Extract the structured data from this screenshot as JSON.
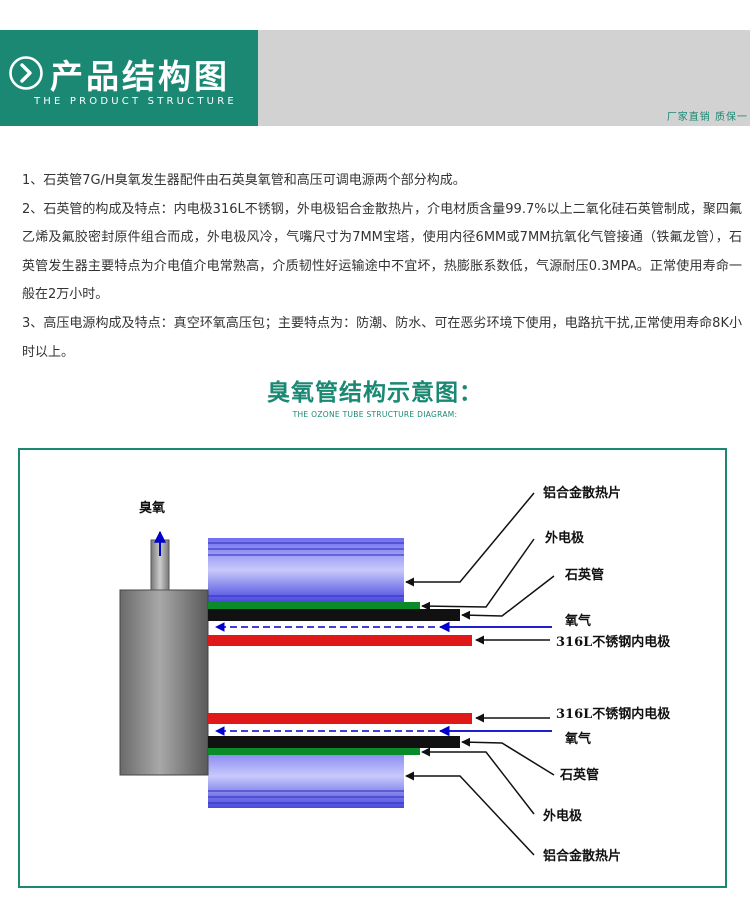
{
  "header": {
    "title": "产品结构图",
    "subtitle": "THE PRODUCT STRUCTURE",
    "slogan": "厂家直销 质保一"
  },
  "paragraphs": [
    "1、石英管7G/H臭氧发生器配件由石英臭氧管和高压可调电源两个部分构成。",
    "2、石英管的构成及特点：内电极316L不锈钢，外电极铝合金散热片，介电材质含量99.7%以上二氧化硅石英管制成，聚四氟乙烯及氟胶密封原件组合而成，外电极风冷，气嘴尺寸为7MM宝塔，使用内径6MM或7MM抗氧化气管接通（铁氟龙管），石英管发生器主要特点为介电值介电常熟高，介质韧性好运输途中不宜坏，热膨胀系数低，气源耐压0.3MPA。正常使用寿命一般在2万小时。",
    "3、高压电源构成及特点：真空环氧高压包；主要特点为：防潮、防水、可在恶劣环境下使用，电路抗干扰,正常使用寿命8K小时以上。"
  ],
  "diagram": {
    "title": "臭氧管结构示意图：",
    "subtitle": "THE OZONE TUBE STRUCTURE DIAGRAM:",
    "labels": {
      "ozone": "臭氧",
      "fin_top": "铝合金散热片",
      "outer_top": "外电极",
      "quartz_top": "石英管",
      "oxygen_top": "氧气",
      "inner_top": "316L不锈钢内电极",
      "inner_bottom": "316L不锈钢内电极",
      "oxygen_bottom": "氧气",
      "quartz_bottom": "石英管",
      "outer_bottom": "外电极",
      "fin_bottom": "铝合金散热片"
    },
    "colors": {
      "fin": "#3a3ad6",
      "outer_electrode": "#0b8a2a",
      "quartz": "#111111",
      "inner_electrode": "#e01818",
      "oxygen_arrow": "#0000cc"
    }
  }
}
